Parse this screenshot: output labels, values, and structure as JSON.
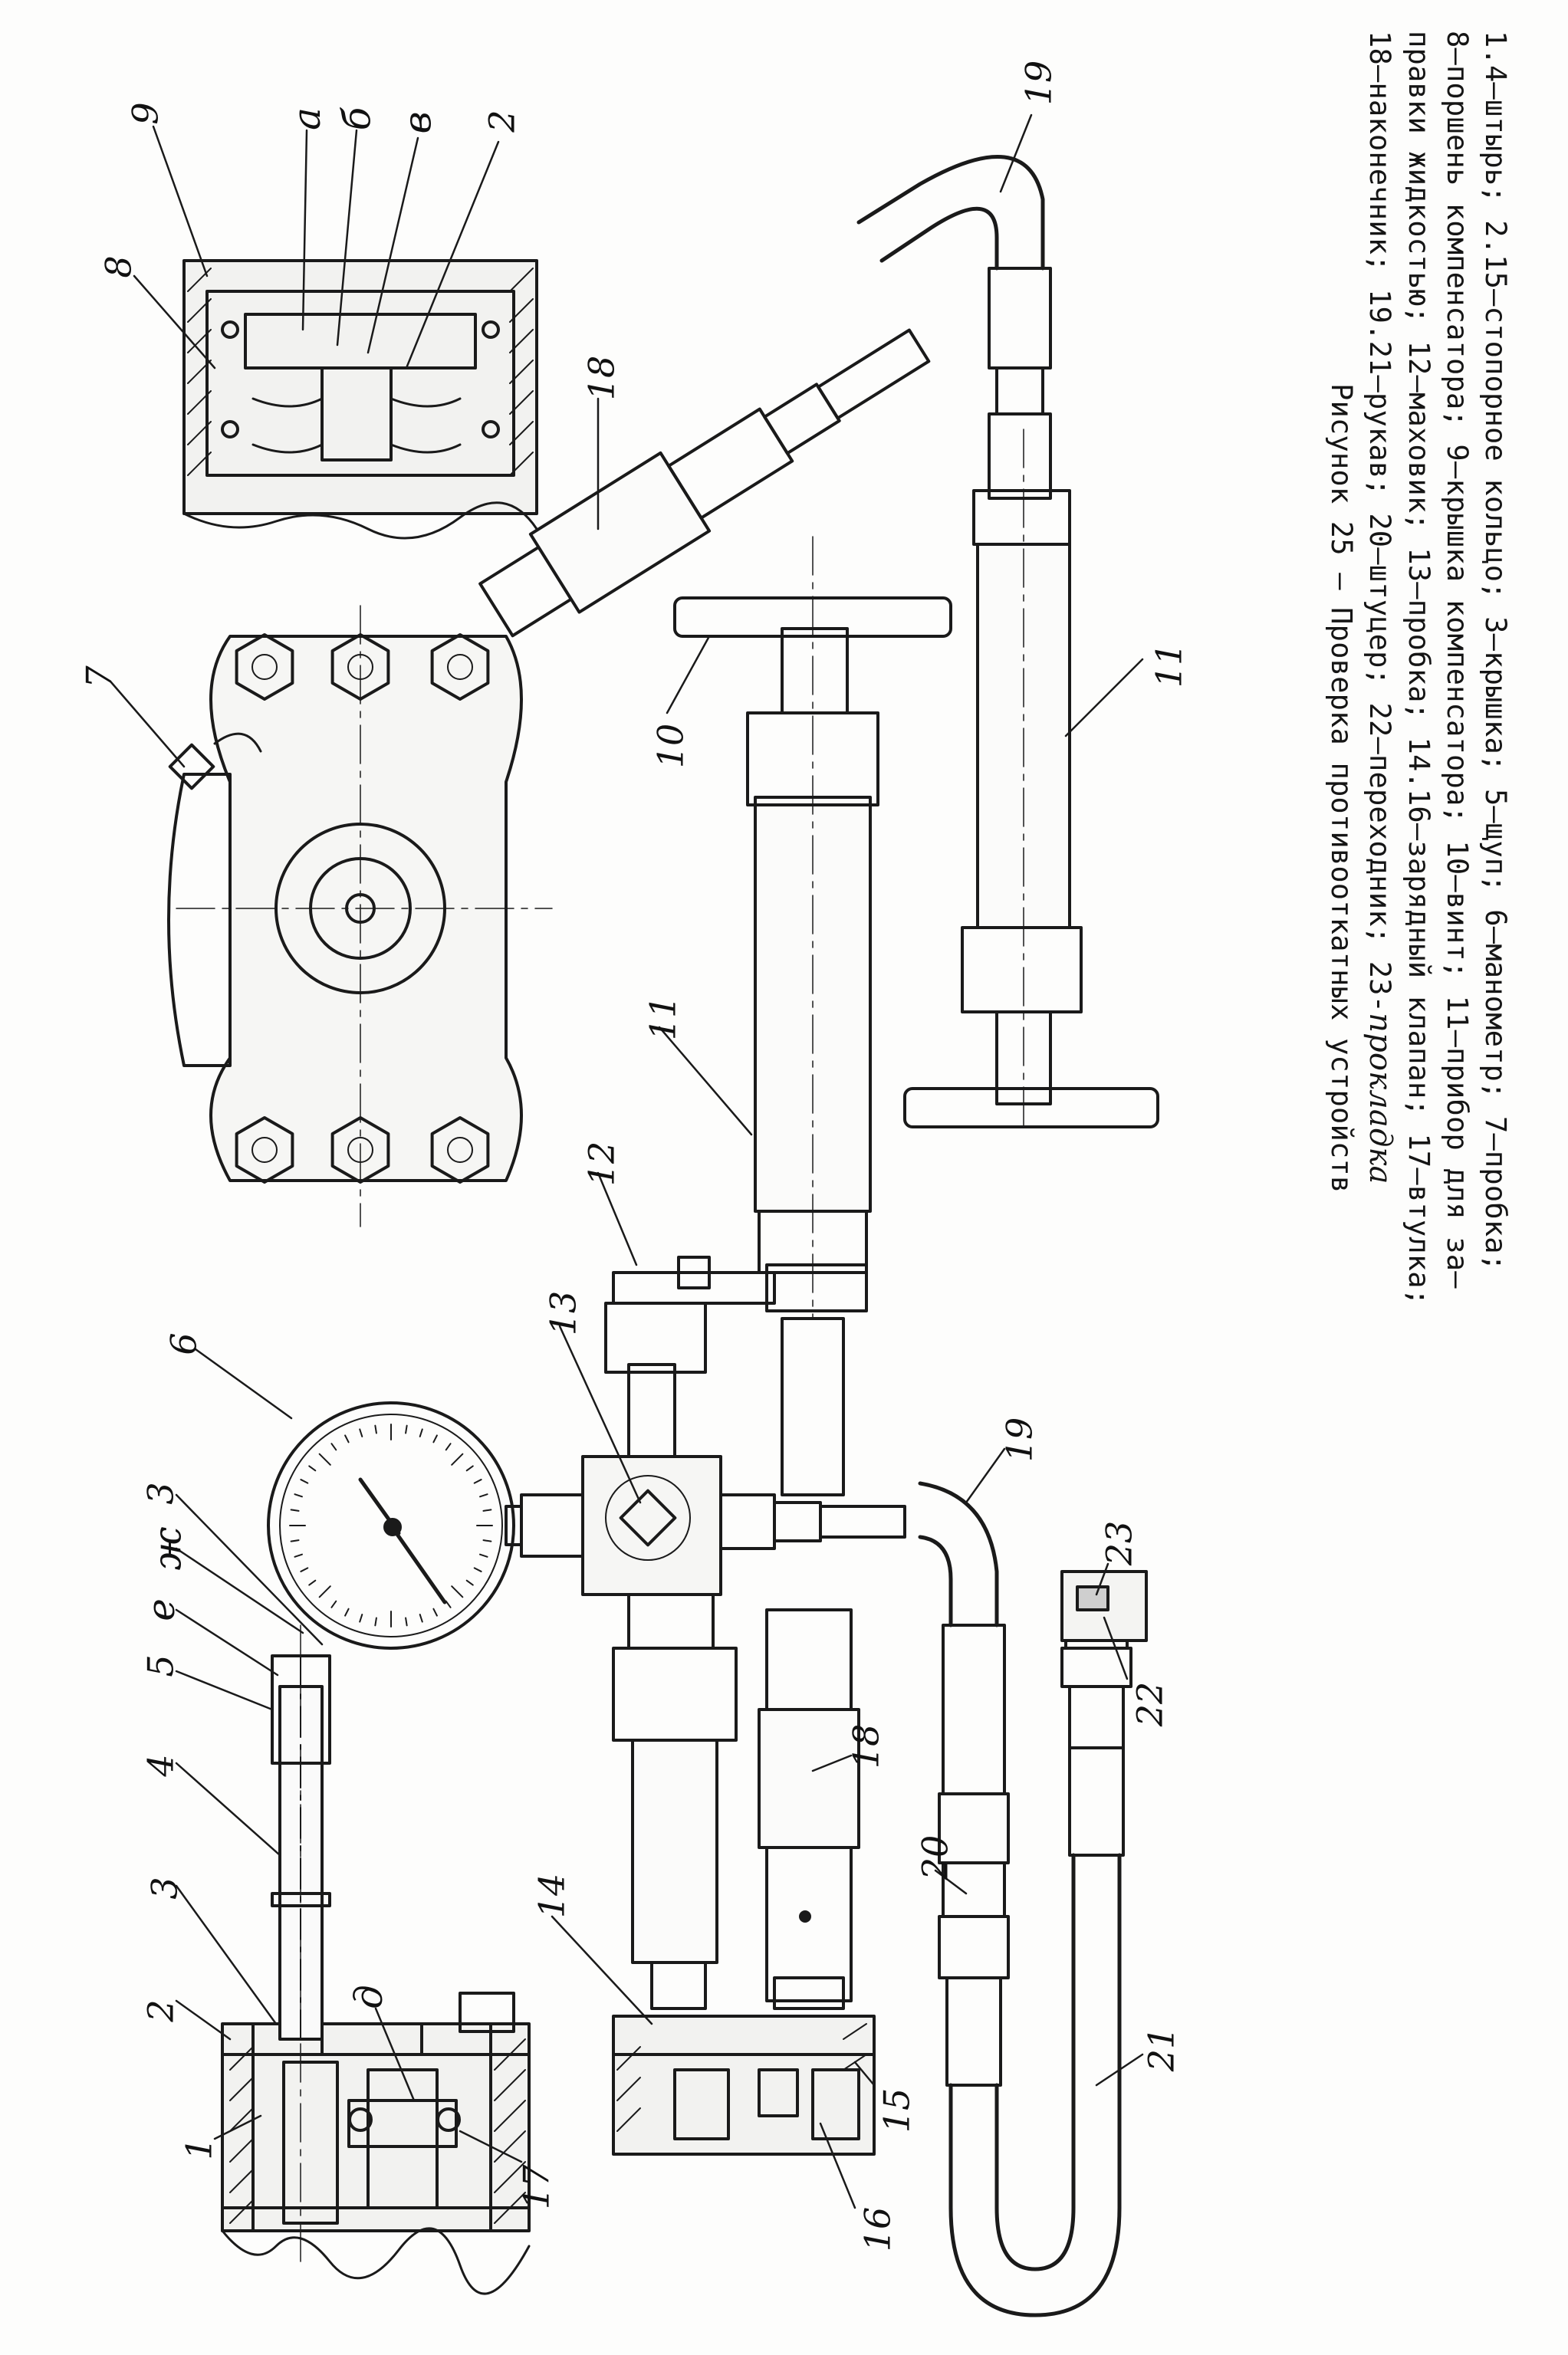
{
  "figure": {
    "number_label": "Рисунок 25",
    "title_text": "Рисунок 25 – Проверка противооткатных устройств"
  },
  "callouts": [
    {
      "id": "1",
      "text": "1"
    },
    {
      "id": "2a",
      "text": "2"
    },
    {
      "id": "3a",
      "text": "3"
    },
    {
      "id": "4",
      "text": "4"
    },
    {
      "id": "5",
      "text": "5"
    },
    {
      "id": "e",
      "text": "е"
    },
    {
      "id": "zh",
      "text": "ж"
    },
    {
      "id": "3b",
      "text": "3"
    },
    {
      "id": "6",
      "text": "6"
    },
    {
      "id": "d",
      "text": "д"
    },
    {
      "id": "17",
      "text": "17"
    },
    {
      "id": "14",
      "text": "14"
    },
    {
      "id": "13",
      "text": "13"
    },
    {
      "id": "12",
      "text": "12"
    },
    {
      "id": "11a",
      "text": "11"
    },
    {
      "id": "10",
      "text": "10"
    },
    {
      "id": "7",
      "text": "7"
    },
    {
      "id": "8",
      "text": "8"
    },
    {
      "id": "9",
      "text": "9"
    },
    {
      "id": "a",
      "text": "а"
    },
    {
      "id": "b",
      "text": "б"
    },
    {
      "id": "v",
      "text": "в"
    },
    {
      "id": "2b",
      "text": "2"
    },
    {
      "id": "18a",
      "text": "18"
    },
    {
      "id": "19a",
      "text": "19"
    },
    {
      "id": "11b",
      "text": "11"
    },
    {
      "id": "18b",
      "text": "18"
    },
    {
      "id": "19b",
      "text": "19"
    },
    {
      "id": "23",
      "text": "23"
    },
    {
      "id": "22",
      "text": "22"
    },
    {
      "id": "20",
      "text": "20"
    },
    {
      "id": "21",
      "text": "21"
    },
    {
      "id": "15",
      "text": "15"
    },
    {
      "id": "16",
      "text": "16"
    }
  ],
  "legend": {
    "line1": "1.4–штырь; 2.15–стопорное кольцо; 3–крышка; 5–щуп; 6–манометр; 7–пробка;",
    "line2": "8–поршень компенсатора; 9–крышка компенсатора; 10–винт; 11–прибор для за–",
    "line3": "правки жидкостью; 12–маховик; 13–пробка; 14.16–зарядный клапан; 17–втулка;",
    "line4_main": "18–наконечник; 19.21–рукав; 20–штуцер; 22–переходник; 23-",
    "line4_hand": "прокладка",
    "line5": "Рисунок 25 – Проверка противооткатных устройств"
  }
}
